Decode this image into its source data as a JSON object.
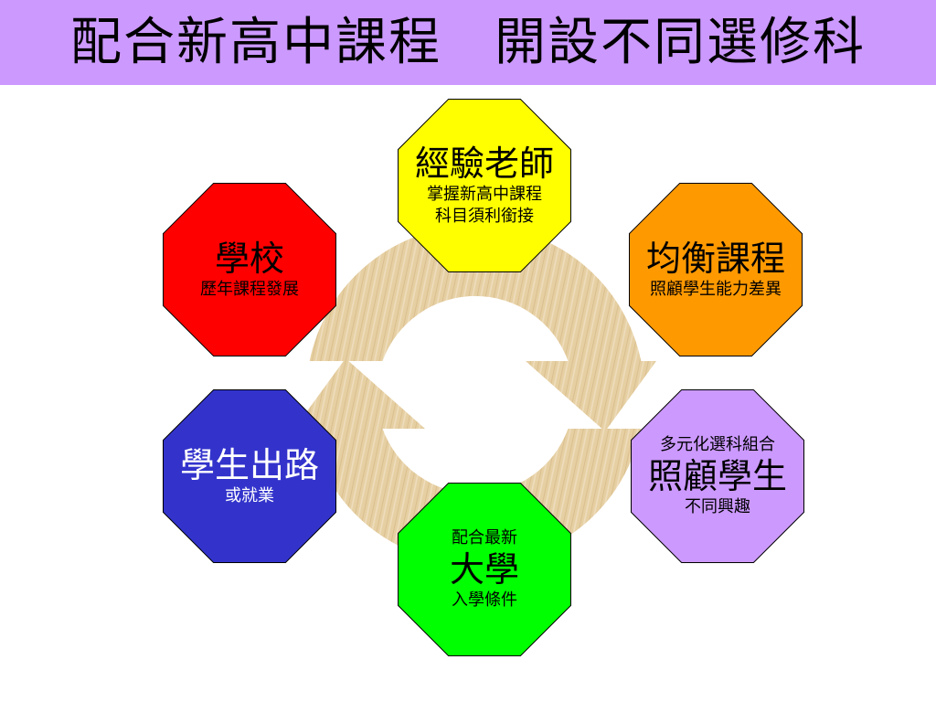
{
  "slide": {
    "title": "配合新高中課程　開設不同選修科",
    "header_color": "#CC99FF"
  },
  "cycle_arrows": {
    "color": "#E6CFA2"
  },
  "nodes": [
    {
      "fill": "#FFFF00",
      "text_color": "#000000",
      "main": "經驗老師",
      "below": [
        "掌握新高中課程",
        "科目須利銜接"
      ]
    },
    {
      "fill": "#FF9900",
      "text_color": "#000000",
      "main": "均衡課程",
      "below": [
        "照顧學生能力差異"
      ]
    },
    {
      "fill": "#CC99FF",
      "text_color": "#000000",
      "above": "多元化選科組合",
      "main": "照顧學生",
      "below": [
        "不同興趣"
      ]
    },
    {
      "fill": "#00FF00",
      "text_color": "#000000",
      "above": "配合最新",
      "main": "大學",
      "below": [
        "入學條件"
      ]
    },
    {
      "fill": "#3333CC",
      "text_color": "#FFFFFF",
      "main": "學生出路",
      "below": [
        "或就業"
      ]
    },
    {
      "fill": "#FF0000",
      "text_color": "#000000",
      "main": "學校",
      "below": [
        "歷年課程發展"
      ]
    }
  ]
}
